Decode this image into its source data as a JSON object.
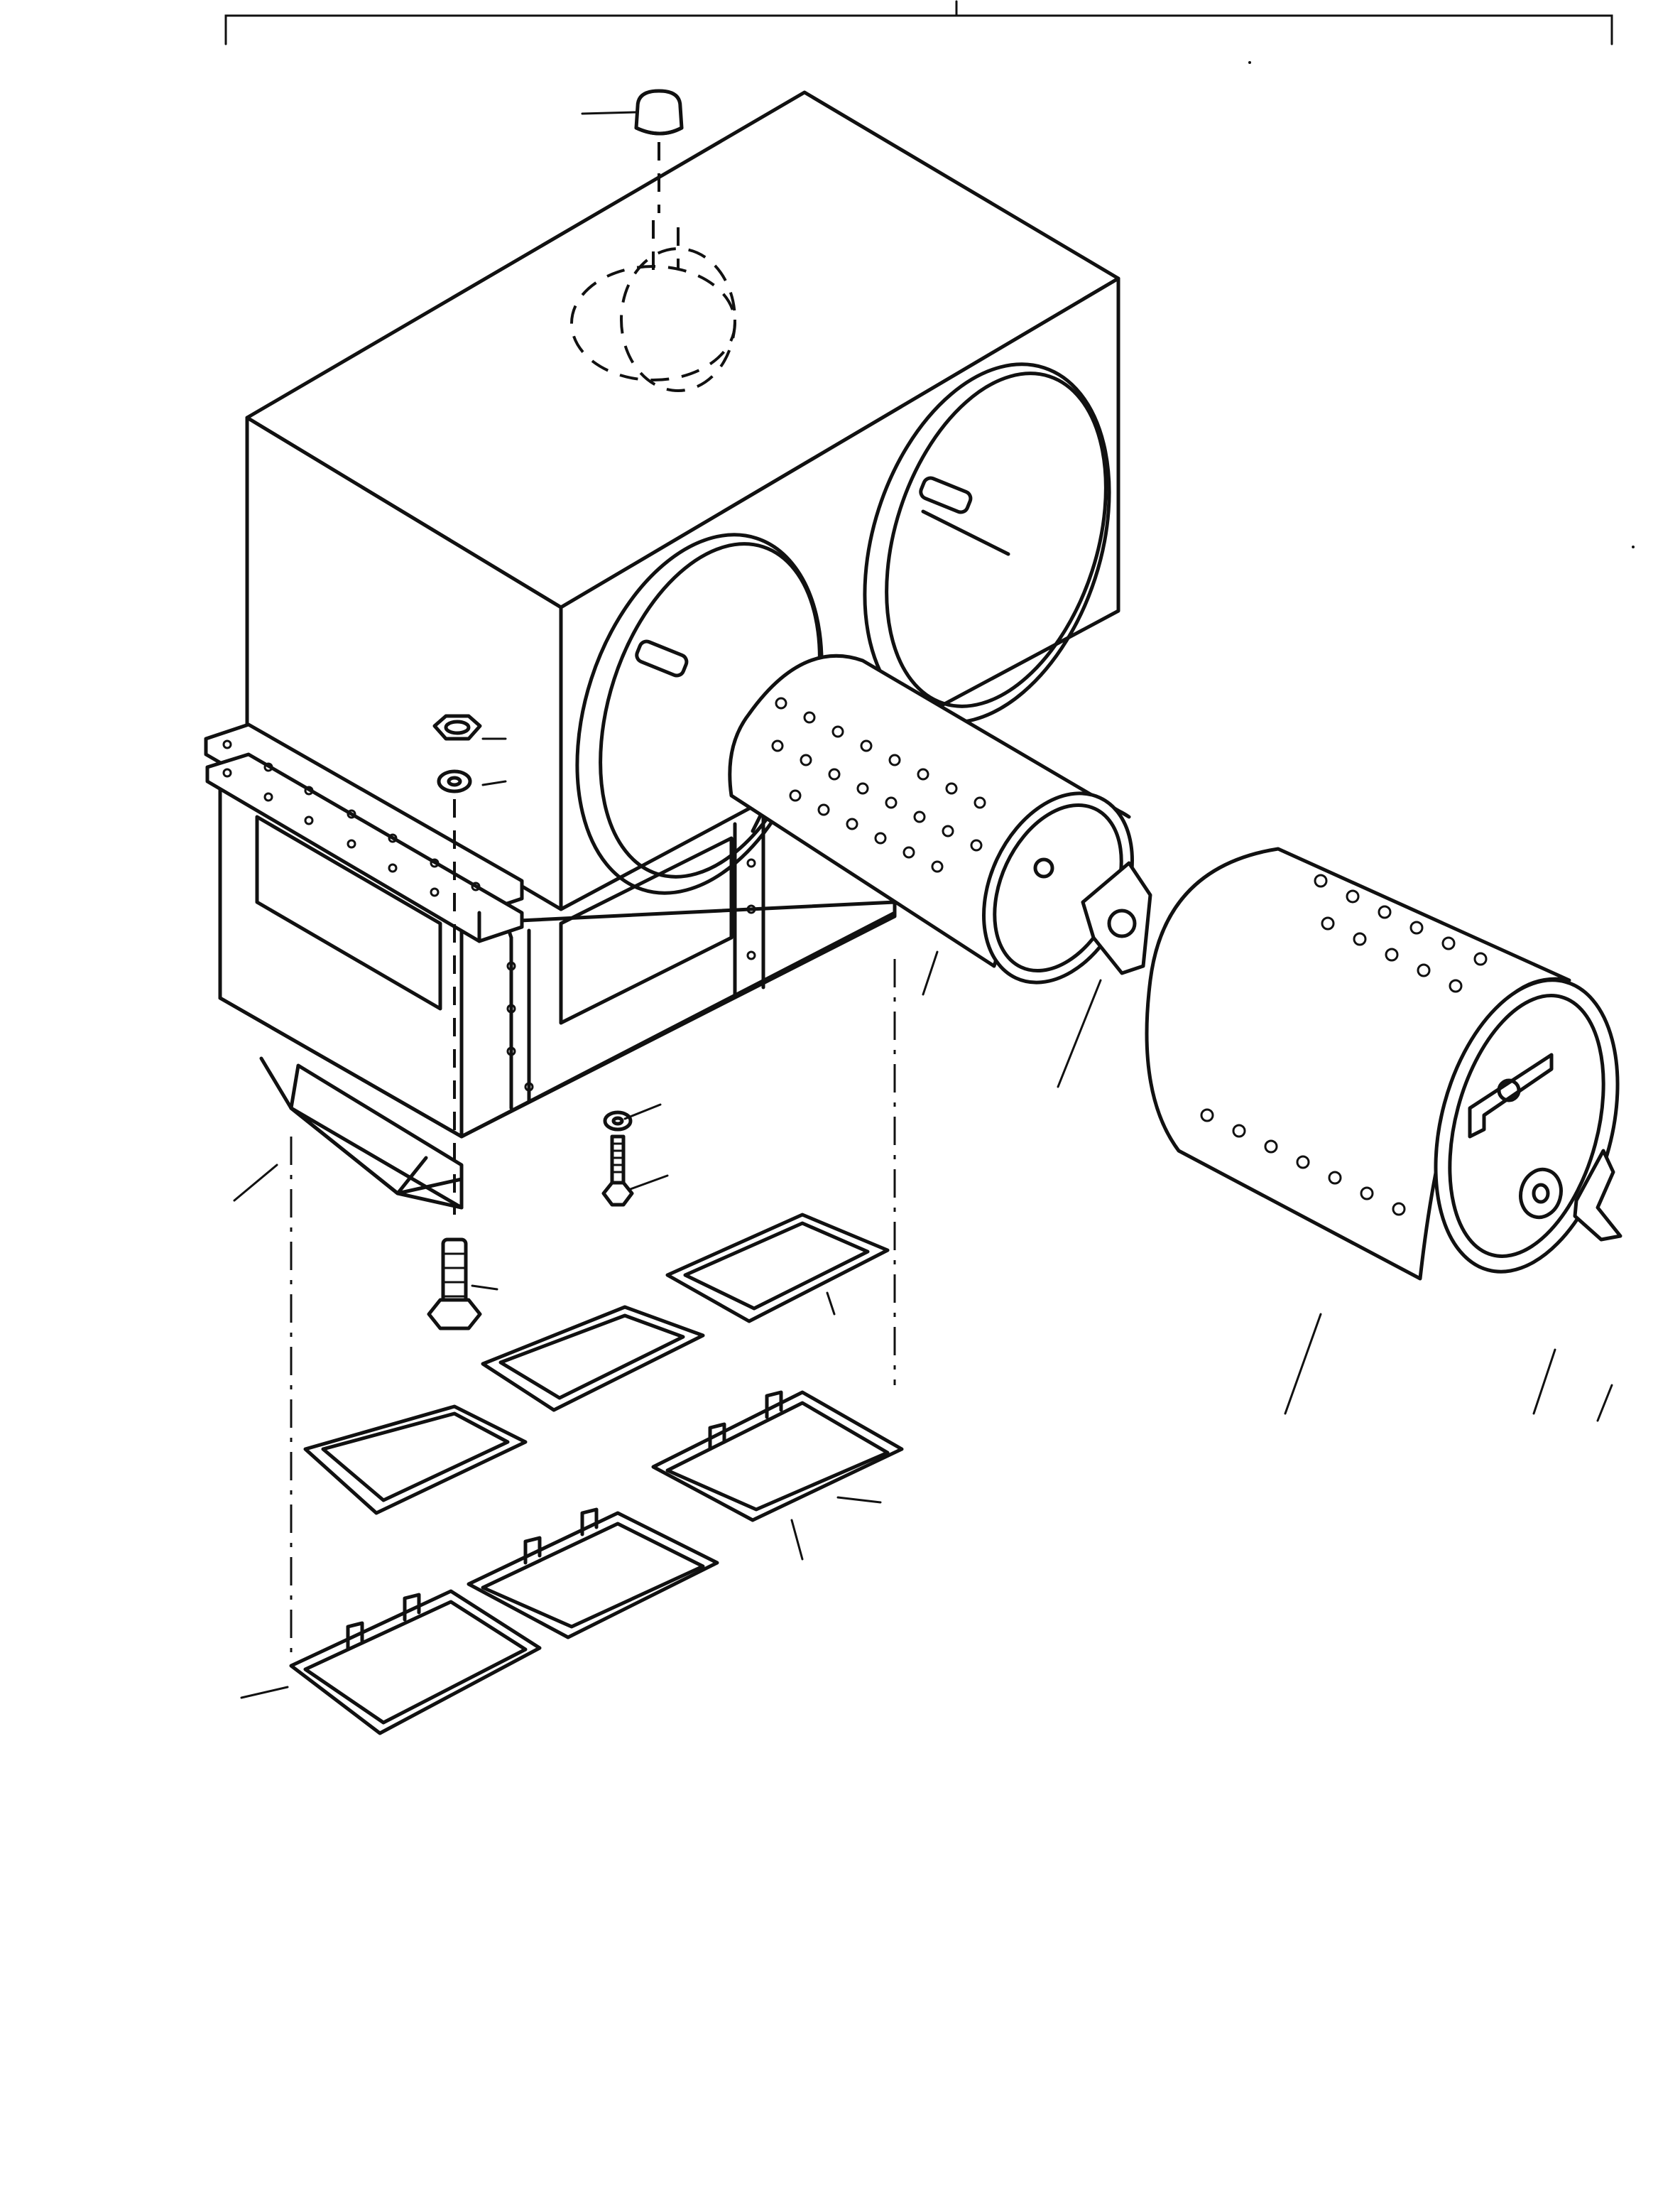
{
  "figure": {
    "title": "",
    "colors": {
      "ink": "#111111",
      "paper": "#ffffff"
    },
    "parts": [
      {
        "id": "cap",
        "icon": "cap-icon"
      },
      {
        "id": "air-cleaner-housing",
        "icon": "housing-icon"
      },
      {
        "id": "housing-gasket",
        "icon": "gasket-icon"
      },
      {
        "id": "nut",
        "icon": "nut-icon"
      },
      {
        "id": "lock-washer",
        "icon": "lock-washer-icon"
      },
      {
        "id": "inner-filter-element",
        "icon": "filter-element-icon"
      },
      {
        "id": "wing-retainer",
        "icon": "wing-retainer-icon"
      },
      {
        "id": "outer-filter-element",
        "icon": "filter-element-icon"
      },
      {
        "id": "washer",
        "icon": "washer-icon"
      },
      {
        "id": "wing-nut",
        "icon": "wing-nut-icon"
      },
      {
        "id": "small-washer",
        "icon": "washer-icon"
      },
      {
        "id": "small-bolt",
        "icon": "bolt-icon"
      },
      {
        "id": "bolt",
        "icon": "bolt-icon"
      },
      {
        "id": "cup-gasket",
        "icon": "gasket-icon",
        "count": 3
      },
      {
        "id": "dust-cup",
        "icon": "dust-cup-icon",
        "count": 3
      }
    ]
  }
}
